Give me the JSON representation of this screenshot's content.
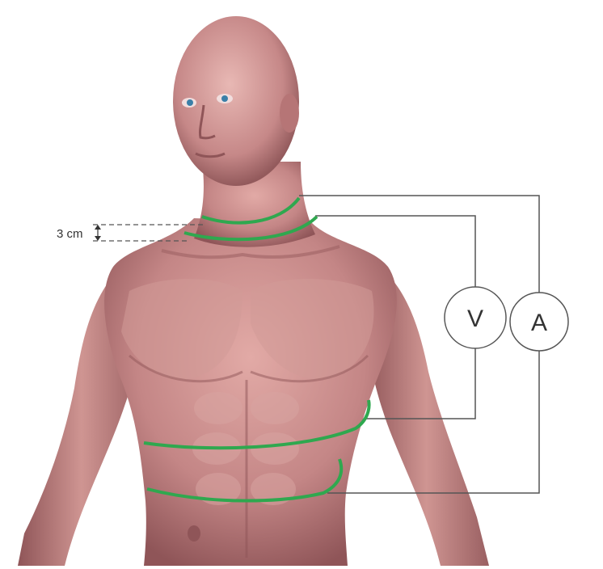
{
  "diagram": {
    "spacing_label": "3 cm",
    "voltmeter_label": "V",
    "ammeter_label": "A",
    "colors": {
      "skin": "#c98c8c",
      "skin_shadow": "#9e5f62",
      "skin_highlight": "#e6b4b0",
      "electrode": "#2fa84f",
      "wire": "#555555",
      "eye": "#3a7fa8"
    }
  }
}
